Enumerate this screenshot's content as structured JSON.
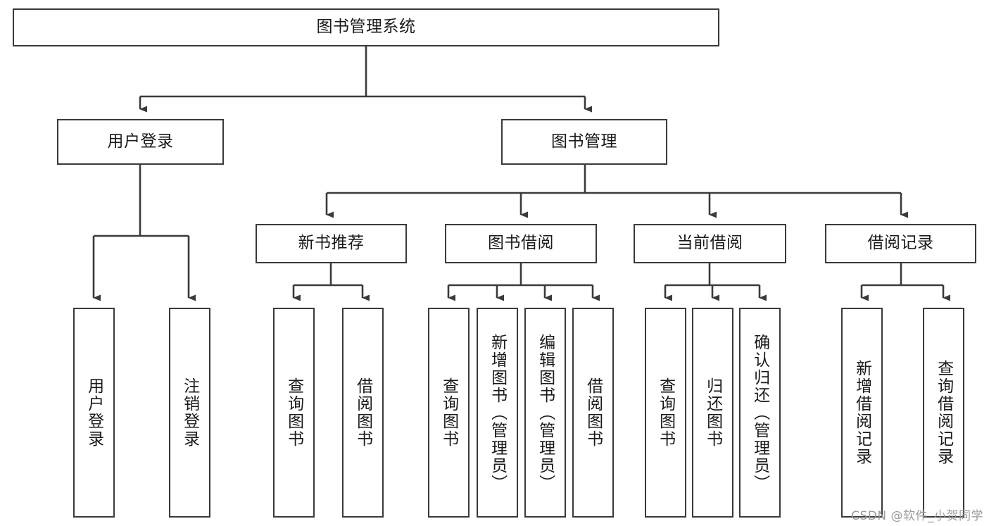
{
  "diagram": {
    "title": "图书管理系统",
    "type": "tree-hierarchy",
    "watermark": "CSDN @软件_小贺同学",
    "colors": {
      "background": "#ffffff",
      "box_border": "#3a3a3a",
      "connector": "#3a3a3a",
      "text": "#1a1a1a",
      "watermark_text": "#9a9a9a"
    },
    "nodes": {
      "root": {
        "label": "图书管理系统"
      },
      "level2": [
        {
          "id": "user-login",
          "label": "用户登录"
        },
        {
          "id": "book-management",
          "label": "图书管理"
        }
      ],
      "level3": [
        {
          "id": "new-book-recommend",
          "label": "新书推荐"
        },
        {
          "id": "book-borrow",
          "label": "图书借阅"
        },
        {
          "id": "current-borrow",
          "label": "当前借阅"
        },
        {
          "id": "borrow-record",
          "label": "借阅记录"
        }
      ],
      "leaves": {
        "user_login": [
          {
            "id": "leaf-user-login",
            "label": "用户登录"
          },
          {
            "id": "leaf-logout",
            "label": "注销登录"
          }
        ],
        "new_book_recommend": [
          {
            "id": "leaf-query-book-1",
            "label": "查询图书"
          },
          {
            "id": "leaf-borrow-book-1",
            "label": "借阅图书"
          }
        ],
        "book_borrow": [
          {
            "id": "leaf-query-book-2",
            "label": "查询图书"
          },
          {
            "id": "leaf-add-book",
            "label": "新增图书（管理员）"
          },
          {
            "id": "leaf-edit-book",
            "label": "编辑图书（管理员）"
          },
          {
            "id": "leaf-borrow-book-2",
            "label": "借阅图书"
          }
        ],
        "current_borrow": [
          {
            "id": "leaf-query-book-3",
            "label": "查询图书"
          },
          {
            "id": "leaf-return-book",
            "label": "归还图书"
          },
          {
            "id": "leaf-confirm-return",
            "label": "确认归还（管理员）"
          }
        ],
        "borrow_record": [
          {
            "id": "leaf-add-record",
            "label": "新增借阅记录"
          },
          {
            "id": "leaf-query-record",
            "label": "查询借阅记录"
          }
        ]
      }
    }
  }
}
